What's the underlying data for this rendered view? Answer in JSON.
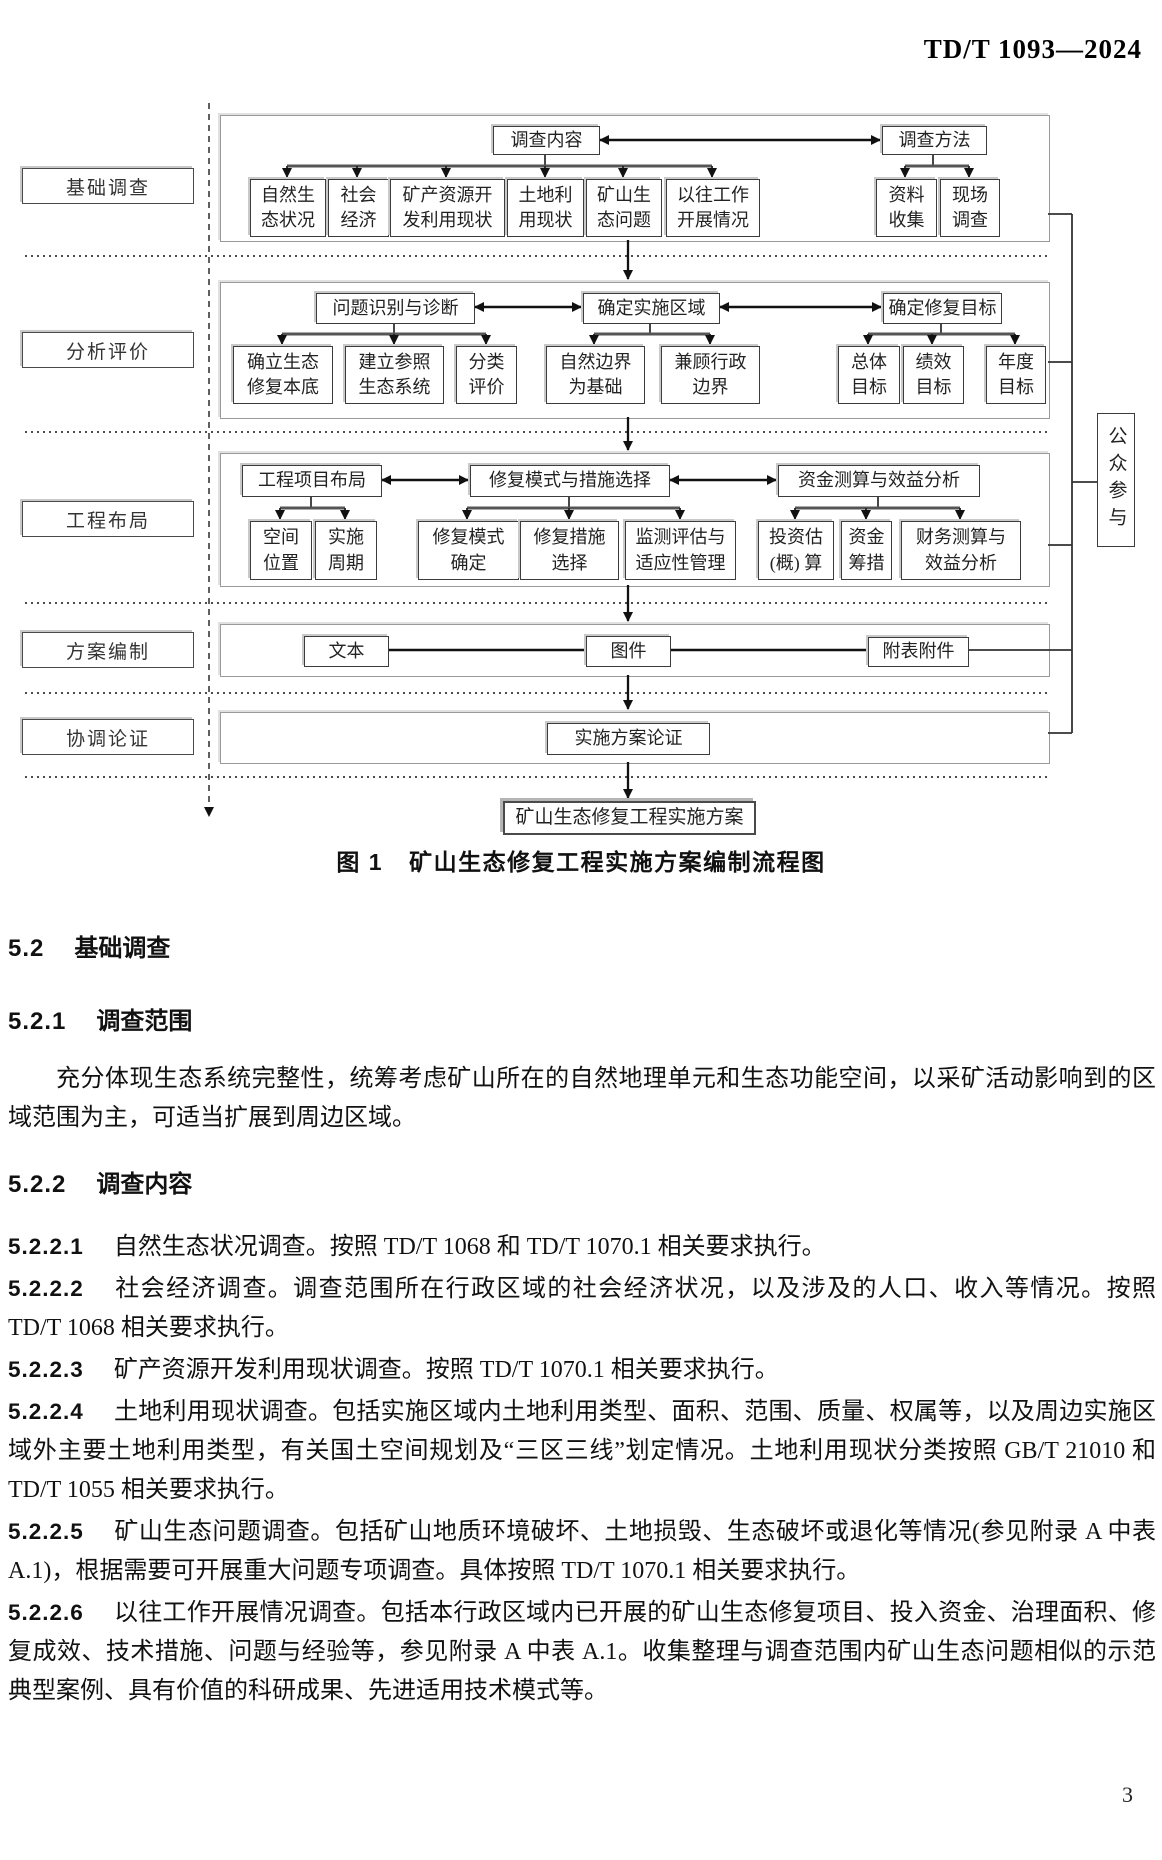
{
  "header": {
    "doc_number": "TD/T 1093—2024"
  },
  "page_number": "3",
  "figure": {
    "caption_label": "图 1",
    "caption_title": "矿山生态修复工程实施方案编制流程图",
    "public_participation": "公众参与",
    "final_box": "矿山生态修复工程实施方案",
    "phases": [
      {
        "label": "基础调查"
      },
      {
        "label": "分析评价"
      },
      {
        "label": "工程布局"
      },
      {
        "label": "方案编制"
      },
      {
        "label": "协调论证"
      }
    ],
    "s1": {
      "survey_content": "调查内容",
      "survey_method": "调查方法",
      "natural_eco": "自然生\n态状况",
      "social_economy": "社会\n经济",
      "mineral_dev": "矿产资源开\n发利用现状",
      "land_use": "土地利\n用现状",
      "mine_eco_issues": "矿山生\n态问题",
      "past_work": "以往工作\n开展情况",
      "data_collection": "资料\n收集",
      "field_survey": "现场\n调查"
    },
    "s2": {
      "problem_diagnosis": "问题识别与诊断",
      "define_area": "确定实施区域",
      "define_goals": "确定修复目标",
      "eco_baseline": "确立生态\n修复本底",
      "reference_ecosystem": "建立参照\n生态系统",
      "classified_eval": "分类\n评价",
      "natural_boundary": "自然边界\n为基础",
      "admin_boundary": "兼顾行政\n边界",
      "overall_goal": "总体\n目标",
      "performance_goal": "绩效\n目标",
      "annual_goal": "年度\n目标"
    },
    "s3": {
      "project_layout": "工程项目布局",
      "mode_measures": "修复模式与措施选择",
      "fund_benefit": "资金测算与效益分析",
      "spatial_position": "空间\n位置",
      "implementation_period": "实施\n周期",
      "mode_determination": "修复模式\n确定",
      "measure_selection": "修复措施\n选择",
      "monitoring_mgmt": "监测评估与\n适应性管理",
      "investment_estimate": "投资估\n(概) 算",
      "fund_raising": "资金\n筹措",
      "financial_analysis": "财务测算与\n效益分析"
    },
    "s4": {
      "text_doc": "文本",
      "maps": "图件",
      "attachments": "附表附件"
    },
    "s5": {
      "plan_review": "实施方案论证"
    }
  },
  "body": {
    "h52_num": "5.2",
    "h52_title": "基础调查",
    "h521_num": "5.2.1",
    "h521_title": "调查范围",
    "p521": "充分体现生态系统完整性，统筹考虑矿山所在的自然地理单元和生态功能空间，以采矿活动影响到的区域范围为主，可适当扩展到周边区域。",
    "h522_num": "5.2.2",
    "h522_title": "调查内容",
    "clauses": [
      {
        "num": "5.2.2.1",
        "text": "自然生态状况调查。按照 TD/T 1068 和 TD/T 1070.1 相关要求执行。"
      },
      {
        "num": "5.2.2.2",
        "text": "社会经济调查。调查范围所在行政区域的社会经济状况，以及涉及的人口、收入等情况。按照 TD/T 1068 相关要求执行。"
      },
      {
        "num": "5.2.2.3",
        "text": "矿产资源开发利用现状调查。按照 TD/T 1070.1 相关要求执行。"
      },
      {
        "num": "5.2.2.4",
        "text": "土地利用现状调查。包括实施区域内土地利用类型、面积、范围、质量、权属等，以及周边实施区域外主要土地利用类型，有关国土空间规划及“三区三线”划定情况。土地利用现状分类按照 GB/T 21010 和 TD/T 1055 相关要求执行。"
      },
      {
        "num": "5.2.2.5",
        "text": "矿山生态问题调查。包括矿山地质环境破坏、土地损毁、生态破坏或退化等情况(参见附录 A 中表 A.1)，根据需要可开展重大问题专项调查。具体按照 TD/T 1070.1 相关要求执行。"
      },
      {
        "num": "5.2.2.6",
        "text": "以往工作开展情况调查。包括本行政区域内已开展的矿山生态修复项目、投入资金、治理面积、修复成效、技术措施、问题与经验等，参见附录 A 中表 A.1。收集整理与调查范围内矿山生态问题相似的示范典型案例、具有价值的科研成果、先进适用技术模式等。"
      }
    ]
  }
}
